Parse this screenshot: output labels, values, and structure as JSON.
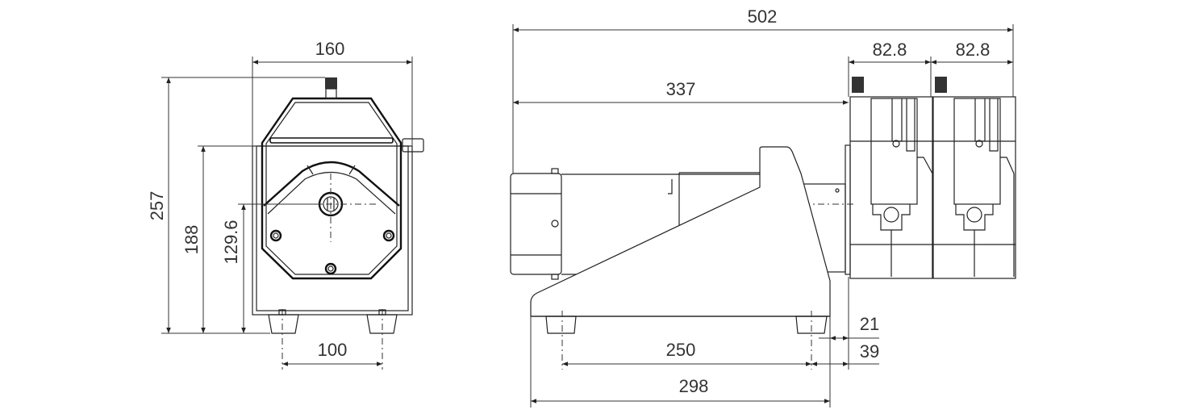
{
  "drawing": {
    "front_view": {
      "width_top": "160",
      "total_height": "257",
      "body_height": "188",
      "shaft_height": "129.6",
      "feet_spacing": "100"
    },
    "side_view": {
      "total_length": "502",
      "to_pump_head": "337",
      "pump_head_1_width": "82.8",
      "pump_head_2_width": "82.8",
      "feet_spacing": "250",
      "base_length": "298",
      "offset_21": "21",
      "offset_39": "39"
    }
  }
}
